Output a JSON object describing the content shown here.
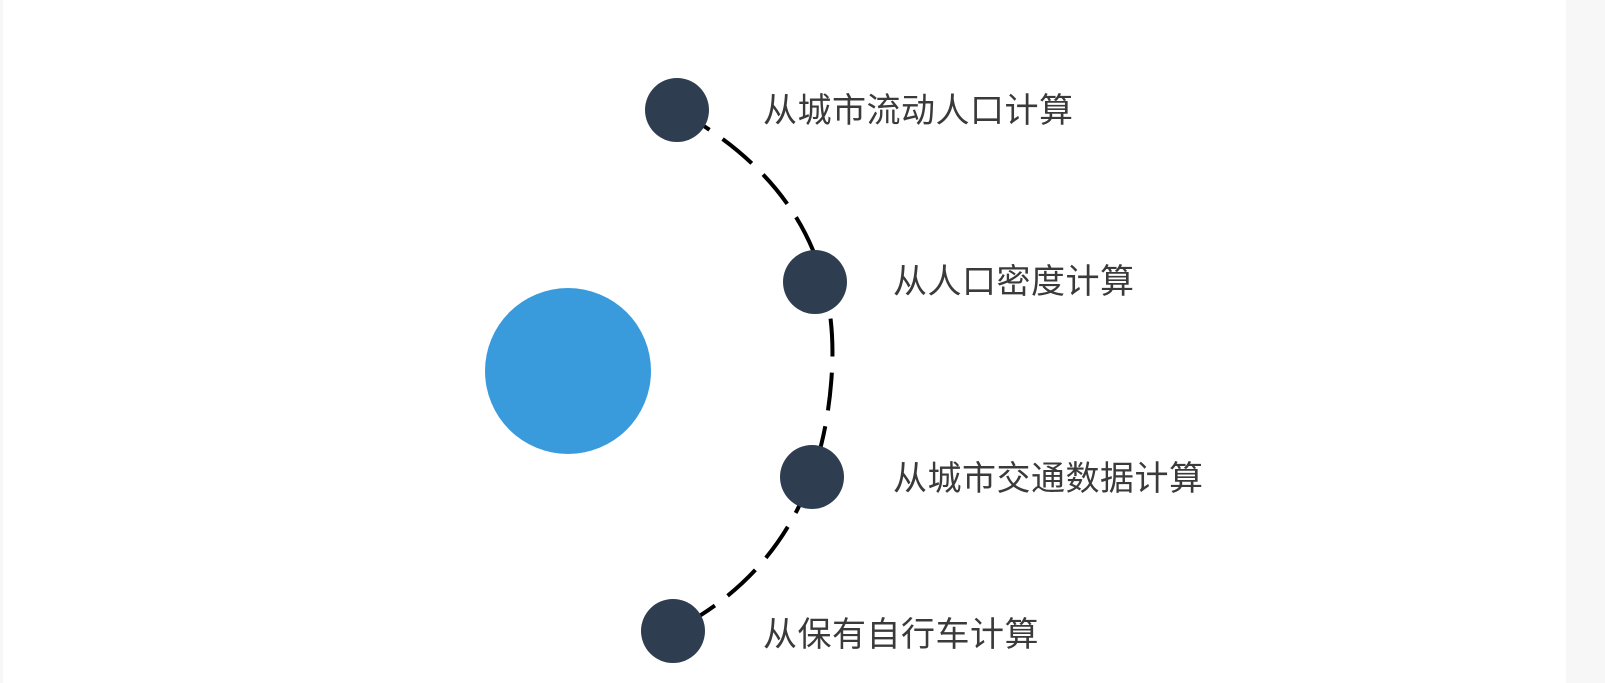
{
  "diagram": {
    "center_color": "#3a9bdc",
    "node_color": "#2e3e50",
    "connector_color": "#000000",
    "items": [
      {
        "label": "从城市流动人口计算"
      },
      {
        "label": "从人口密度计算"
      },
      {
        "label": "从城市交通数据计算"
      },
      {
        "label": "从保有自行车计算"
      }
    ]
  }
}
